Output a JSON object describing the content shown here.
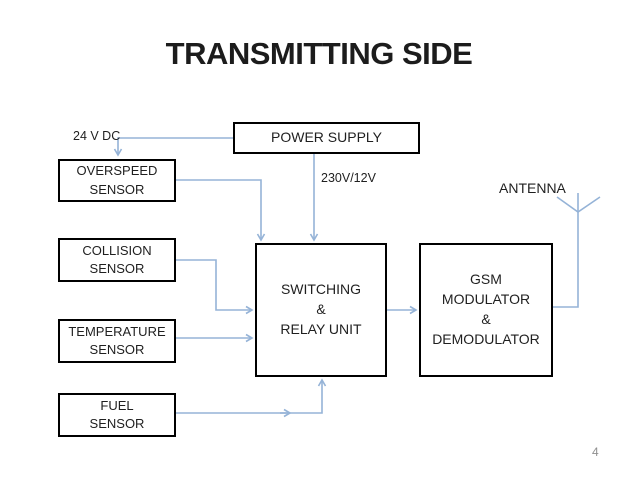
{
  "slide": {
    "title": "TRANSMITTING SIDE",
    "page_number": "4"
  },
  "labels": {
    "power_input": "24 V DC",
    "voltage_conversion": "230V/12V",
    "antenna": "ANTENNA"
  },
  "boxes": {
    "power_supply": "POWER SUPPLY",
    "overspeed_sensor": "OVERSPEED\nSENSOR",
    "collision_sensor": "COLLISION\nSENSOR",
    "temperature_sensor": "TEMPERATURE\nSENSOR",
    "fuel_sensor": "FUEL\nSENSOR",
    "switching_relay_unit": "SWITCHING\n&\nRELAY UNIT",
    "gsm_modulator_demodulator": "GSM\nMODULATOR\n&\nDEMODULATOR"
  },
  "colors": {
    "connector": "#95B3D7",
    "box_border": "#000000",
    "title_text": "#1c1c1c",
    "page_number": "#8f8f8f"
  }
}
